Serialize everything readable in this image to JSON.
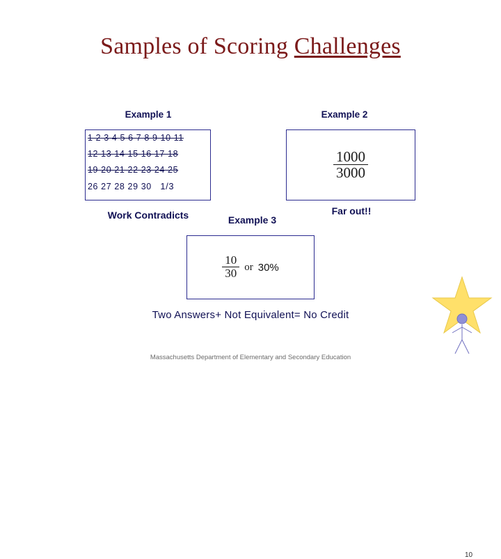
{
  "slide": {
    "title_main": "Samples of Scoring ",
    "title_underlined": "Challenges",
    "example1_label": "Example 1",
    "example2_label": "Example 2",
    "example3_label": "Example 3",
    "annotation_left": "Work Contradicts",
    "annotation_right": "Far out!!",
    "bottom_line": "Two Answers+ Not Equivalent= No Credit",
    "footer": "Massachusetts Department of Elementary and Secondary Education",
    "page_number": "10"
  },
  "example1": {
    "row1": "1 2 3 4 5 6 7 8 9 10 11",
    "row2": "12 13 14 15 16 17 18",
    "row3": "19 20 21 22 23 24 25",
    "row4_struck": "26 27 28 29 30",
    "row4_answer": "1/3"
  },
  "example2": {
    "numerator": "1000",
    "denominator": "3000"
  },
  "example3": {
    "numerator": "10",
    "denominator": "30",
    "connector": "or",
    "percent": "30%"
  },
  "colors": {
    "title": "#7b1a1a",
    "box_border": "#2b2b8f",
    "label_text": "#111155",
    "star": "#ffe06a",
    "figure": "#8f8fd6"
  }
}
